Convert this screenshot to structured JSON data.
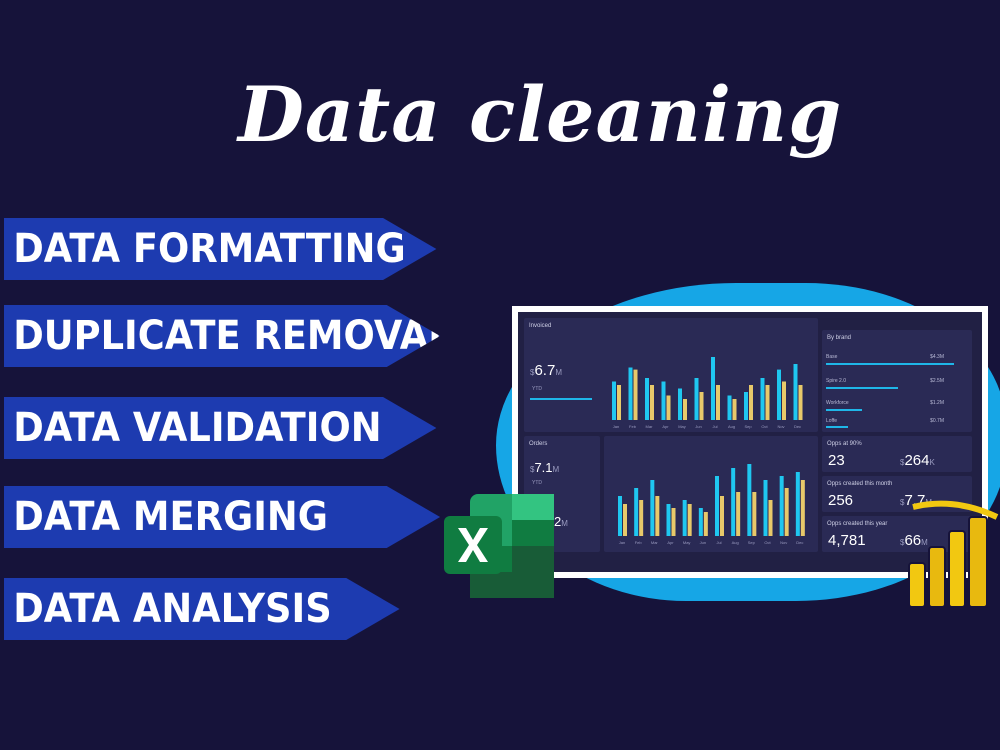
{
  "title": "Data cleaning",
  "banners": [
    {
      "label": "DATA FORMATTING"
    },
    {
      "label": "DUPLICATE REMOVAL"
    },
    {
      "label": "DATA VALIDATION"
    },
    {
      "label": "DATA MERGING"
    },
    {
      "label": "DATA ANALYSIS"
    }
  ],
  "colors": {
    "background": "#16133a",
    "banner": "#1d3bb0",
    "blob": "#16a6e6",
    "bar_cyan": "#1fc7f0",
    "bar_yellow": "#e8c96a"
  },
  "dashboard": {
    "invoiced": {
      "title": "Invoiced",
      "currency": "$",
      "value": "6.7",
      "unit": "M",
      "sub": "YTD"
    },
    "orders": {
      "title": "Orders",
      "currency": "$",
      "value": "7.1",
      "unit": "M",
      "sub": "YTD",
      "value2": "2",
      "unit2": "M"
    },
    "months": [
      "Jan",
      "Feb",
      "Mar",
      "Apr",
      "May",
      "Jun",
      "Jul",
      "Aug",
      "Sep",
      "Oct",
      "Nov",
      "Dec"
    ],
    "by_brand": {
      "title": "By brand",
      "rows": [
        {
          "name": "Base",
          "value": "$4.3M"
        },
        {
          "name": "Spire 2.0",
          "value": "$2.5M"
        },
        {
          "name": "Workforce",
          "value": "$1.2M"
        },
        {
          "name": "Loffe",
          "value": "$0.7M"
        }
      ]
    },
    "opps": [
      {
        "title": "Opps at 90%",
        "count": "23",
        "currency": "$",
        "amount": "264",
        "unit": "K"
      },
      {
        "title": "Opps created this month",
        "count": "256",
        "currency": "$",
        "amount": "7.7",
        "unit": "M"
      },
      {
        "title": "Opps created this year",
        "count": "4,781",
        "currency": "$",
        "amount": "66",
        "unit": "M"
      }
    ]
  }
}
